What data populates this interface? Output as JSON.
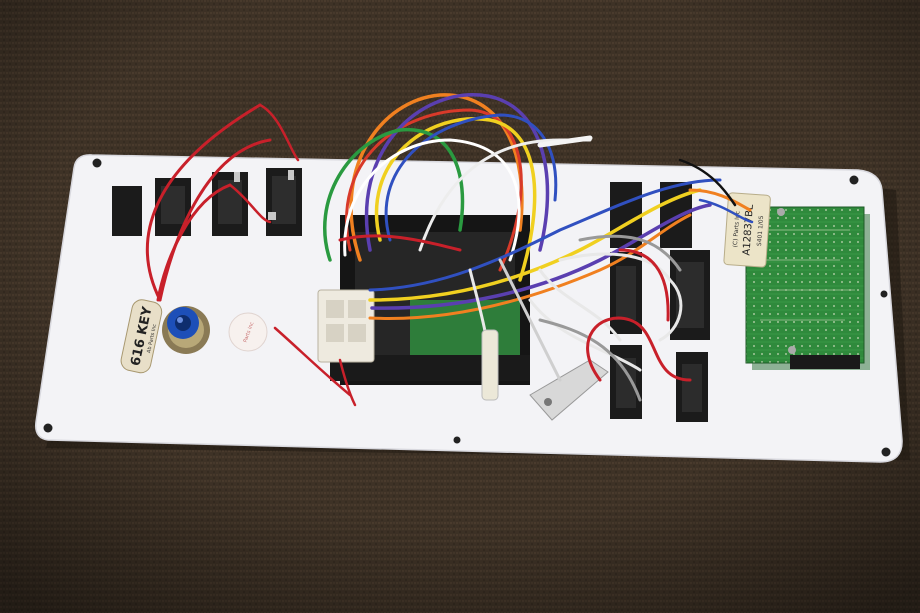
{
  "scene": {
    "key_tag": {
      "main": "616 KEY",
      "small": "Ab Parts Inc"
    },
    "board_label": {
      "line1": "(C) Parts Inc",
      "line2": "A12837BL",
      "line3": "S401  1/05"
    },
    "sticker_text": "Parts Inc",
    "colors": {
      "carpet": "#3e3226",
      "panel": "#f3f3f6",
      "pcb": "#2f8a3c",
      "switch": "#1b1b1b"
    }
  }
}
